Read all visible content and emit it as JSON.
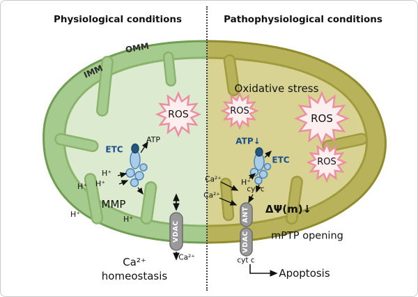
{
  "titles": {
    "left": "Physiological conditions",
    "right": "Pathophysiological conditions"
  },
  "membrane_labels": {
    "omm": "OMM",
    "imm": "IMM"
  },
  "molecules": {
    "ros": "ROS",
    "etc": "ETC",
    "atp": "ATP",
    "atp_down": "ATP↓",
    "h_plus": "H⁺",
    "ca_ion": "Ca²⁺",
    "cyt_c": "cyt c"
  },
  "channels": {
    "vdac": "VDAC",
    "ant": "ANT"
  },
  "annotations": {
    "mmp": "MMP",
    "oxidative_stress": "Oxidative stress",
    "delta_psi_down": "ΔΨ(m)↓",
    "mptp_opening": "mPTP opening",
    "apoptosis": "Apoptosis",
    "ca_homeostasis_line1": "Ca²⁺",
    "ca_homeostasis_line2": "homeostasis"
  },
  "colors": {
    "left_band": "#a6cb8e",
    "left_membrane": "#6f9e53",
    "left_matrix": "#dcebd0",
    "left_inner_membrane": "#8ab46b",
    "right_band": "#b8b35a",
    "right_membrane": "#8f8b2e",
    "right_matrix": "#d8d392",
    "right_inner_membrane": "#a09b3e",
    "ros_fill": "#fdeef0",
    "ros_stroke": "#ec8ea0",
    "etc_blue": "#1d4e89",
    "complex_fill": "#a9cde9",
    "complex_stroke": "#4d82b8",
    "complex_dark": "#24567f",
    "channel_fill": "#999999",
    "channel_stroke": "#6b6b6b",
    "text": "#111111"
  }
}
